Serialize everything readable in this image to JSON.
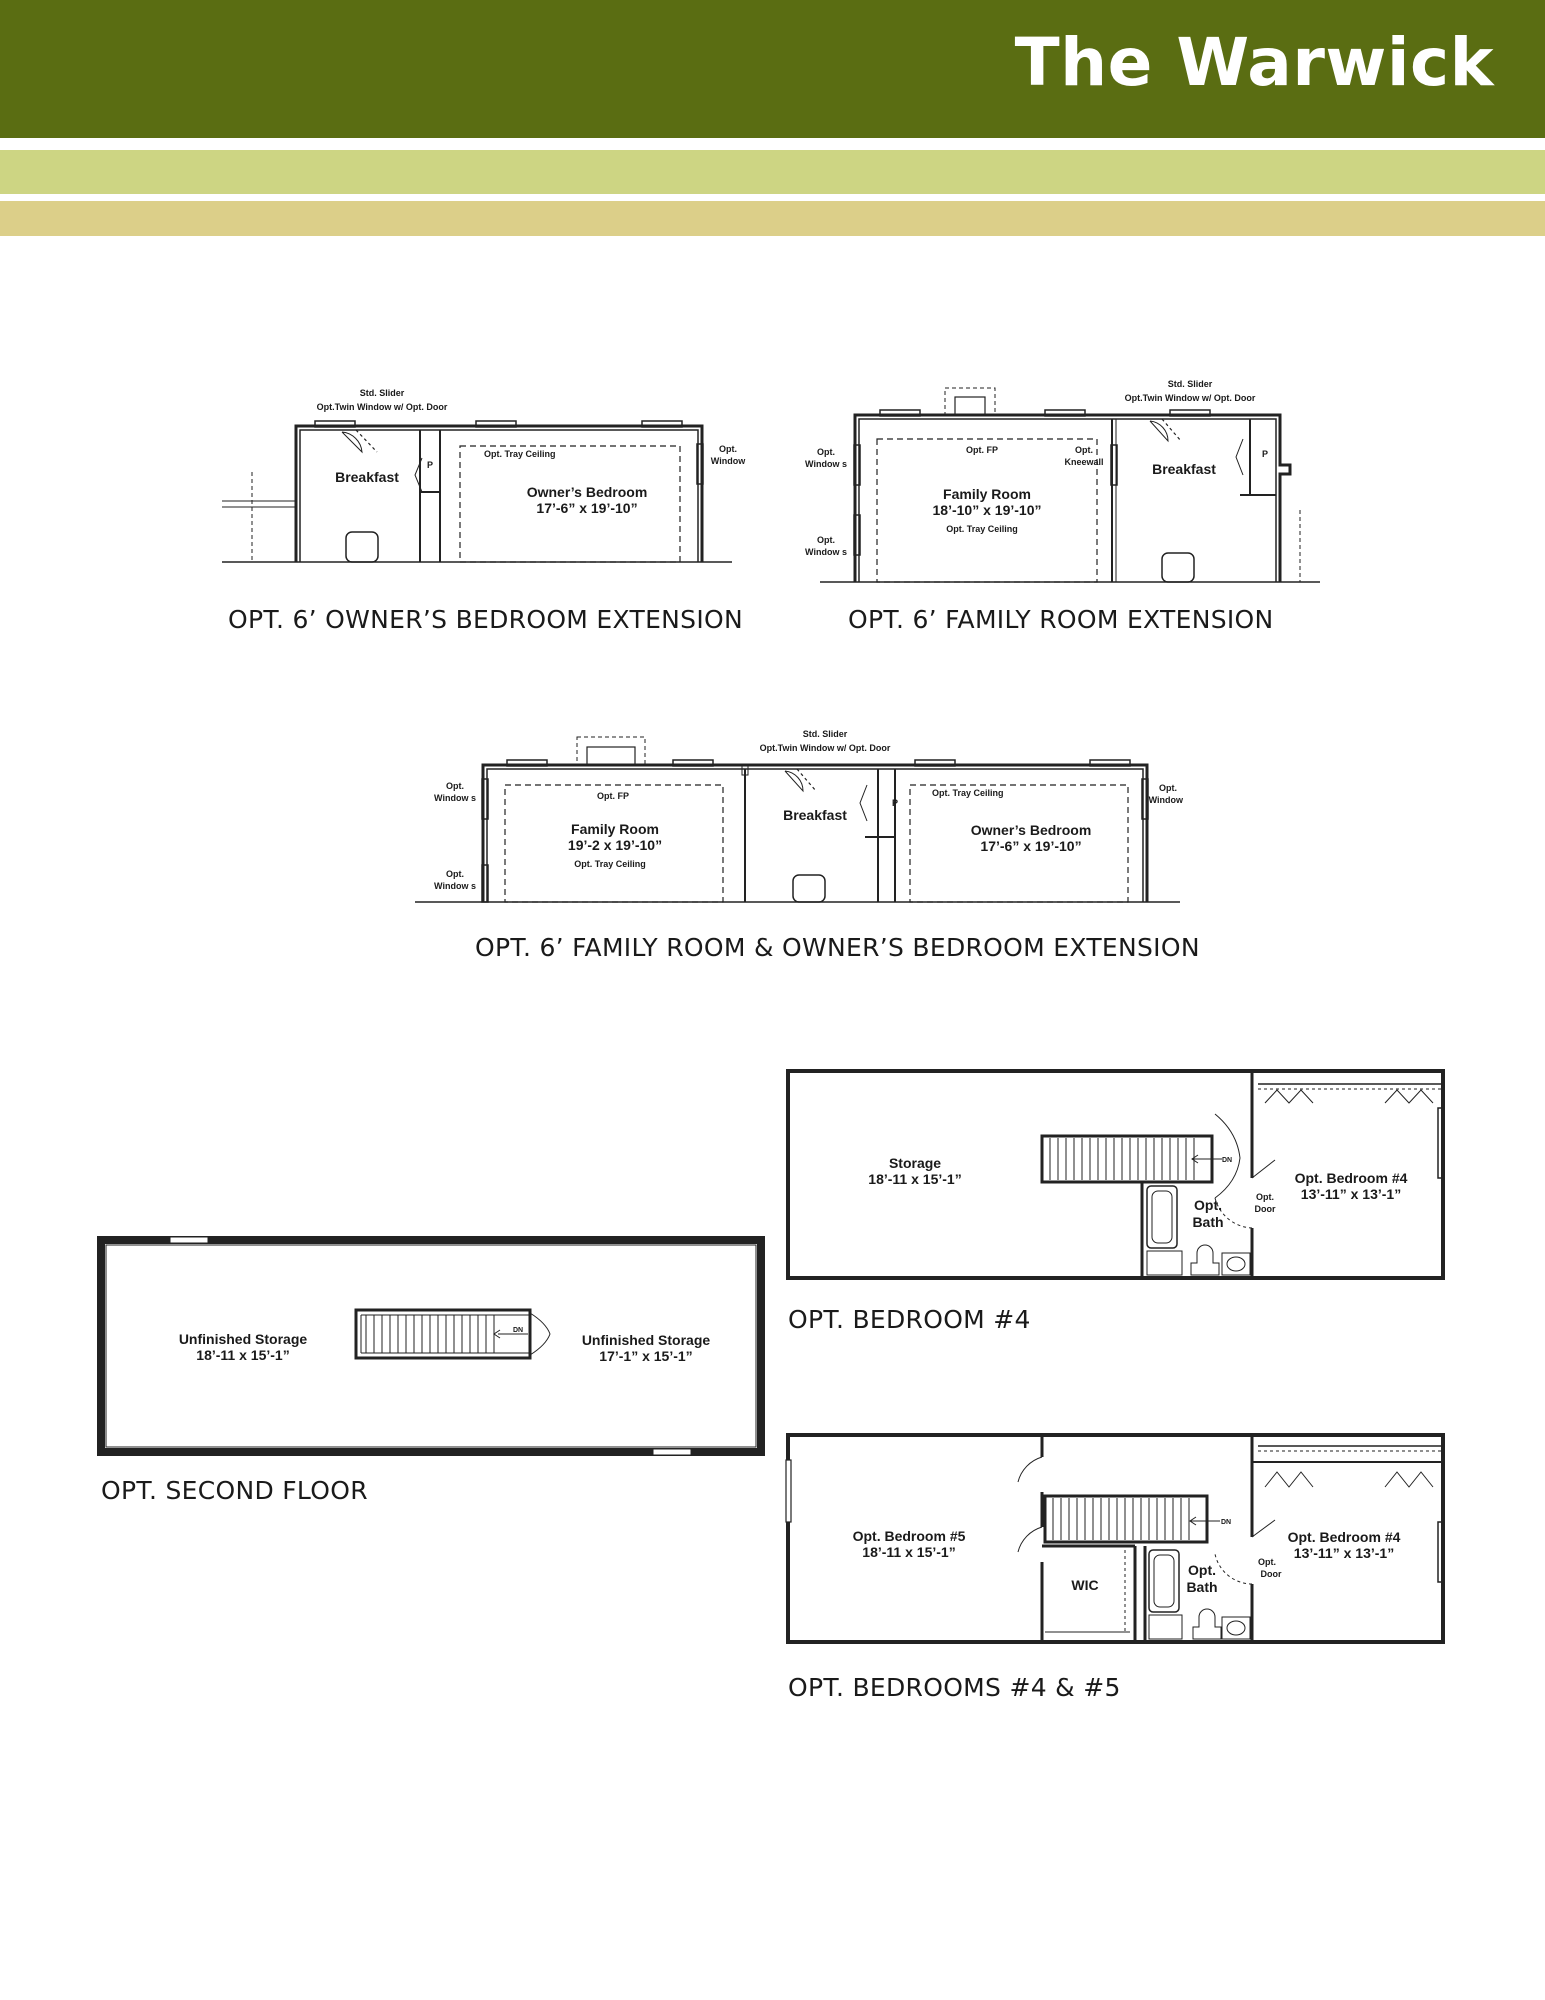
{
  "header": {
    "title": "The Warwick"
  },
  "colors": {
    "header_dark": "#5a6d12",
    "header_mid": "#cdd583",
    "header_tan": "#dccf89"
  },
  "plans": {
    "owners_ext": {
      "caption": "OPT. 6’ OWNER’S BEDROOM EXTENSION",
      "slider_line1": "Std. Slider",
      "slider_line2": "Opt.Twin Window w/ Opt. Door",
      "breakfast": "Breakfast",
      "pantry": "P",
      "tray": "Opt. Tray Ceiling",
      "bedroom_name": "Owner’s Bedroom",
      "bedroom_dims": "17’-6” x 19’-10”",
      "window_line1": "Opt.",
      "window_line2": "Window"
    },
    "family_ext": {
      "caption": "OPT. 6’ FAMILY ROOM EXTENSION",
      "slider_line1": "Std. Slider",
      "slider_line2": "Opt.Twin Window w/ Opt. Door",
      "win_a1": "Opt.",
      "win_a2": "Window s",
      "win_b1": "Opt.",
      "win_b2": "Window s",
      "fp": "Opt. FP",
      "knee1": "Opt.",
      "knee2": "Kneewall",
      "breakfast": "Breakfast",
      "pantry": "P",
      "room_name": "Family Room",
      "room_dims": "18’-10” x 19’-10”",
      "tray": "Opt. Tray Ceiling"
    },
    "combo_ext": {
      "caption": "OPT. 6’ FAMILY ROOM & OWNER’S BEDROOM EXTENSION",
      "slider_line1": "Std. Slider",
      "slider_line2": "Opt.Twin Window w/ Opt. Door",
      "win_a1": "Opt.",
      "win_a2": "Window s",
      "win_b1": "Opt.",
      "win_b2": "Window s",
      "fp": "Opt. FP",
      "family_name": "Family Room",
      "family_dims": "19’-2 x 19’-10”",
      "family_tray": "Opt. Tray Ceiling",
      "breakfast": "Breakfast",
      "pantry": "P",
      "owner_tray": "Opt. Tray Ceiling",
      "owner_name": "Owner’s Bedroom",
      "owner_dims": "17’-6” x 19’-10”",
      "win_r1": "Opt.",
      "win_r2": "Window"
    },
    "second_floor": {
      "caption": "OPT. SECOND FLOOR",
      "left_name": "Unfinished Storage",
      "left_dims": "18’-11 x 15’-1”",
      "right_name": "Unfinished Storage",
      "right_dims": "17’-1” x 15’-1”",
      "dn": "DN"
    },
    "bedroom4": {
      "caption": "OPT. BEDROOM #4",
      "storage_name": "Storage",
      "storage_dims": "18’-11 x 15’-1”",
      "dn": "DN",
      "bath1": "Opt.",
      "bath2": "Bath",
      "door1": "Opt.",
      "door2": "Door",
      "bed4_name": "Opt. Bedroom #4",
      "bed4_dims": "13’-11” x 13’-1”"
    },
    "bedrooms45": {
      "caption": "OPT. BEDROOMS #4 & #5",
      "bed5_name": "Opt. Bedroom #5",
      "bed5_dims": "18’-11 x 15’-1”",
      "wic": "WIC",
      "dn": "DN",
      "bath1": "Opt.",
      "bath2": "Bath",
      "door1": "Opt.",
      "door2": "Door",
      "bed4_name": "Opt. Bedroom #4",
      "bed4_dims": "13’-11” x 13’-1”"
    }
  }
}
